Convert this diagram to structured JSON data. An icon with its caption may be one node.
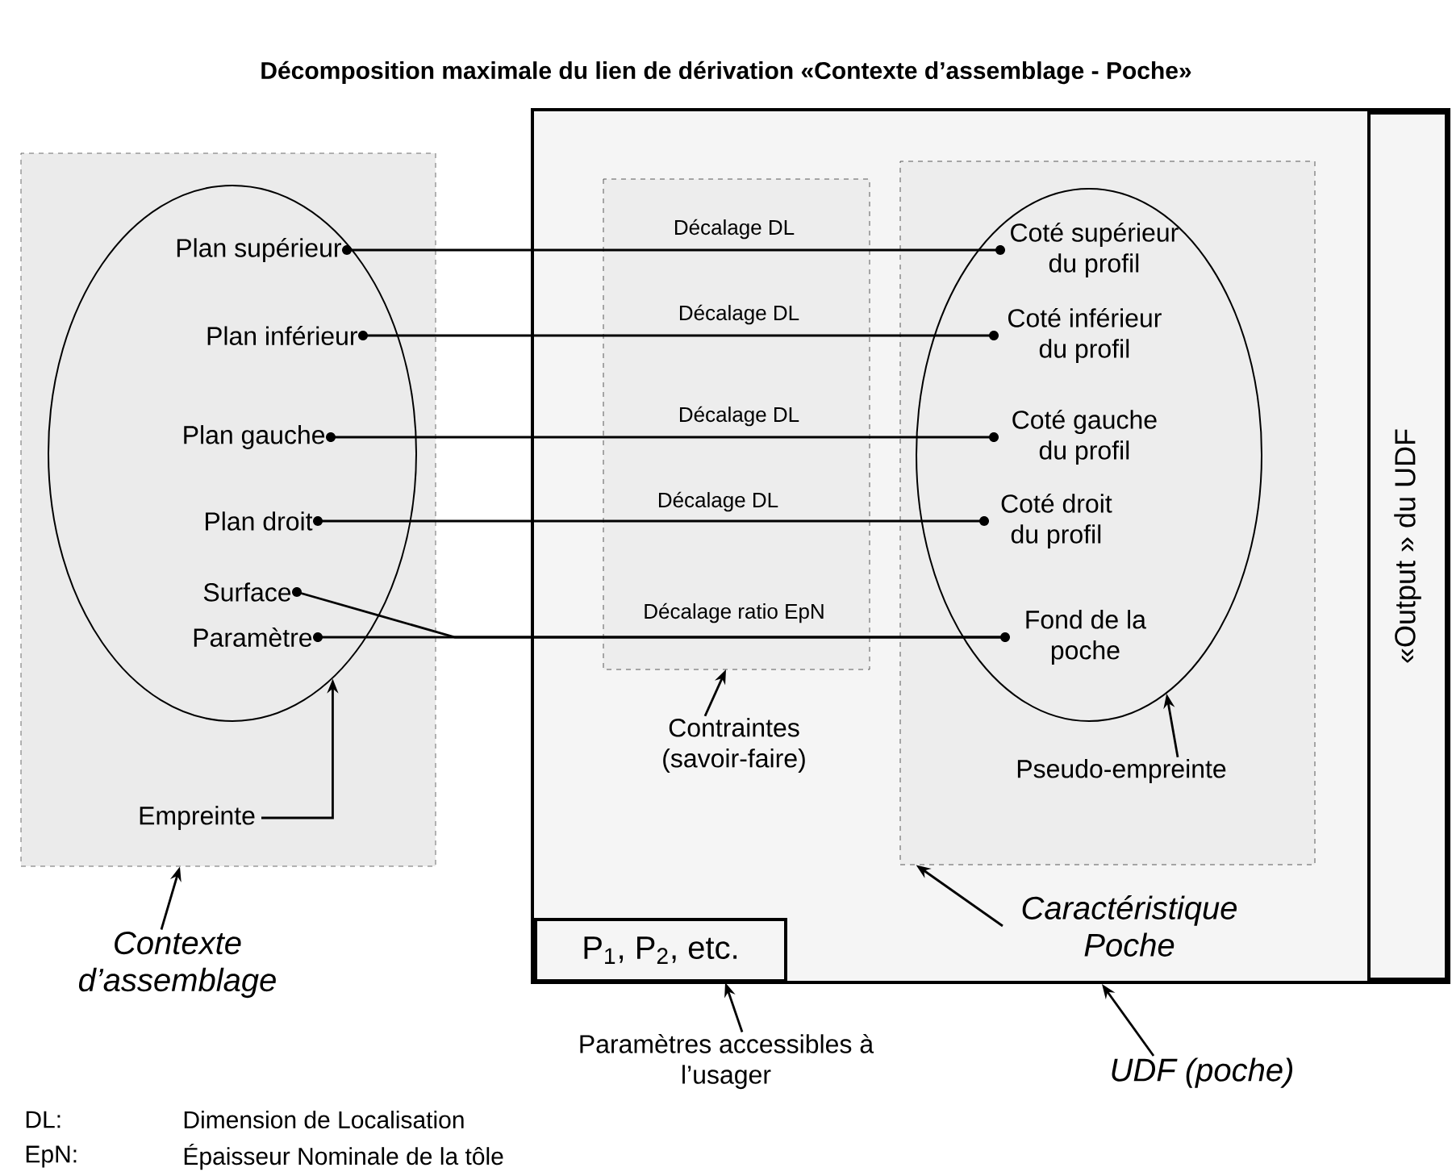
{
  "diagram": {
    "title": "Décomposition maximale du lien de dérivation «Contexte d’assemblage - Poche»",
    "nodes": [
      {
        "text": [],
        "shape": "box"
      },
      {
        "text": [],
        "shape": "ellipse",
        "in": 0
      },
      {
        "text": [
          "Plan supérieur"
        ],
        "in": 1
      },
      {
        "text": [
          "Plan inférieur"
        ],
        "in": 1
      },
      {
        "text": [
          "Plan gauche"
        ],
        "in": 1
      },
      {
        "text": [
          "Plan droit"
        ],
        "in": 1
      },
      {
        "text": [
          "Surface"
        ],
        "in": 1
      },
      {
        "text": [
          "Paramètre"
        ],
        "in": 1
      },
      {
        "text": [
          "Empreinte"
        ],
        "in": 0
      },
      {
        "text": [],
        "shape": "box"
      },
      {
        "text": [
          "Contraintes (savoir-faire)"
        ],
        "in": 9
      },
      {
        "text": [],
        "shape": "box",
        "in": 9
      },
      {
        "text": [],
        "shape": "ellipse",
        "in": 11
      },
      {
        "text": [
          "Coté supérieur du profil"
        ],
        "in": 12
      },
      {
        "text": [
          "Coté inférieur du profil"
        ],
        "in": 12
      },
      {
        "text": [
          "Coté gauche du profil"
        ],
        "in": 12
      },
      {
        "text": [
          "Coté droit du profil"
        ],
        "in": 12
      },
      {
        "text": [
          "Fond de la poche"
        ],
        "in": 12
      },
      {
        "text": [
          "Pseudo-empreinte"
        ],
        "in": 11
      },
      {
        "text": [
          "Caractéristique Poche"
        ],
        "in": 9
      },
      {
        "text": [
          "P$_{1}$, P$_{2}$, etc."
        ],
        "in": 9
      },
      {
        "text": [
          "«Output » du UDF"
        ],
        "in": 9
      },
      {
        "text": [
          "Contexte d’assemblage"
        ]
      },
      {
        "text": [
          "Paramètres accessibles à l’usager"
        ]
      },
      {
        "text": [
          "UDF (poche)"
        ]
      }
    ],
    "edges": [
      {
        "from": 2,
        "to": 13,
        "arrow": "none",
        "label": "Décalage DL"
      },
      {
        "from": 3,
        "to": 14,
        "arrow": "none",
        "label": "Décalage DL"
      },
      {
        "from": 4,
        "to": 15,
        "arrow": "none",
        "label": "Décalage DL"
      },
      {
        "from": 5,
        "to": 16,
        "arrow": "none",
        "label": "Décalage DL"
      },
      {
        "from": 6,
        "to": 17,
        "arrow": "none"
      },
      {
        "from": 7,
        "to": 17,
        "arrow": "none",
        "label": "Décalage ratio EpN"
      },
      {
        "from": 8,
        "to": 1,
        "arrow": "to"
      },
      {
        "from": 10,
        "to": null,
        "arrow": "to"
      },
      {
        "from": 18,
        "to": 12,
        "arrow": "to"
      },
      {
        "from": 22,
        "to": 0,
        "arrow": "to"
      },
      {
        "from": 19,
        "to": 11,
        "arrow": "to"
      },
      {
        "from": 23,
        "to": 20,
        "arrow": "to"
      },
      {
        "from": 24,
        "to": 9,
        "arrow": "to"
      }
    ],
    "labels": [
      "DL:",
      "Dimension de Localisation",
      "EpN:",
      "Épaisseur Nominale de la tôle"
    ]
  }
}
